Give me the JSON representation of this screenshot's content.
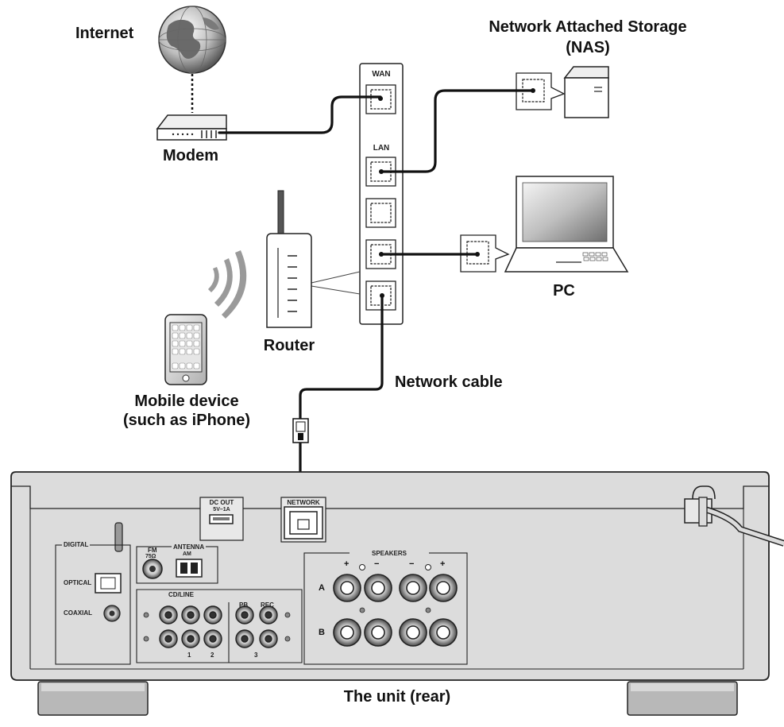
{
  "labels": {
    "internet": "Internet",
    "modem": "Modem",
    "nas_line1": "Network Attached Storage",
    "nas_line2": "(NAS)",
    "pc": "PC",
    "router": "Router",
    "mobile_line1": "Mobile device",
    "mobile_line2": "(such as iPhone)",
    "network_cable": "Network cable",
    "unit": "The unit (rear)"
  },
  "router_ports": {
    "wan": "WAN",
    "lan": "LAN"
  },
  "rear_panel": {
    "dc_out": "DC OUT",
    "dc_out_rating": "5V–1A",
    "network": "NETWORK",
    "digital": "DIGITAL",
    "optical": "OPTICAL",
    "coaxial": "COAXIAL",
    "antenna": "ANTENNA",
    "fm": "FM",
    "fm_ohm": "75Ω",
    "am": "AM",
    "cd_line": "CD/LINE",
    "pb": "PB",
    "rec": "REC",
    "speakers": "SPEAKERS",
    "row_a": "A",
    "row_b": "B",
    "in1": "1",
    "in2": "2",
    "in3": "3",
    "plus": "+",
    "minus": "−"
  },
  "colors": {
    "line": "#111111",
    "panel": "#dcdcdc",
    "foot": "#b8b8b8"
  }
}
